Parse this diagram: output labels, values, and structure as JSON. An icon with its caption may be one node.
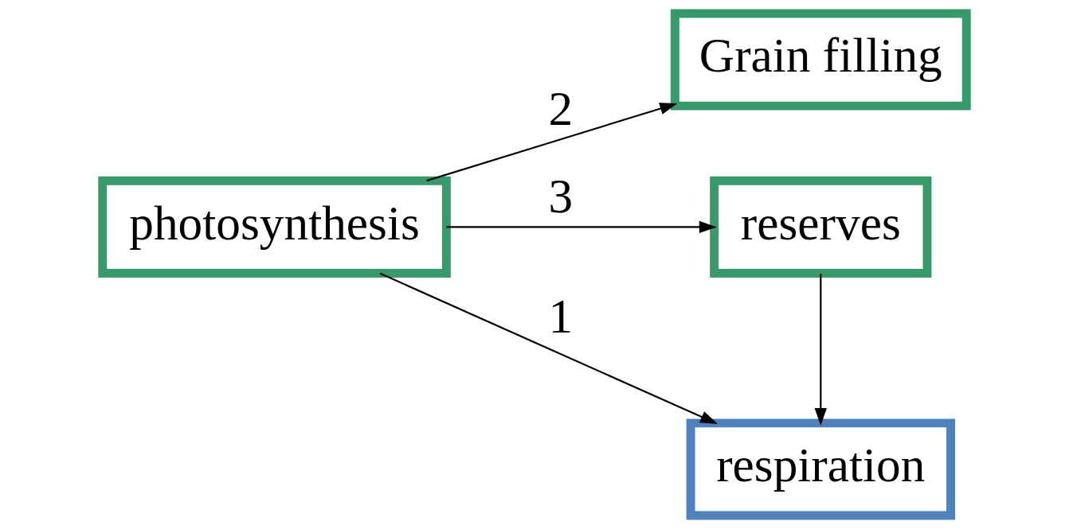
{
  "diagram": {
    "nodes": [
      {
        "text": [
          "photosynthesis"
        ]
      },
      {
        "text": [
          "Grain filling"
        ]
      },
      {
        "text": [
          "reserves"
        ]
      },
      {
        "text": [
          "respiration"
        ]
      }
    ],
    "edges": [
      {
        "from": 0,
        "to": 1,
        "arrow": "to",
        "label": "2"
      },
      {
        "from": 0,
        "to": 2,
        "arrow": "to",
        "label": "3"
      },
      {
        "from": 0,
        "to": 3,
        "arrow": "to",
        "label": "1"
      },
      {
        "from": 2,
        "to": 3,
        "arrow": "to"
      }
    ]
  }
}
